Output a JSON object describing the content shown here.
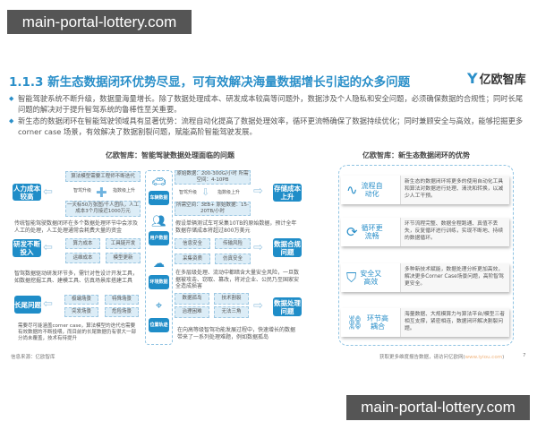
{
  "watermark": "main-portal-lottery.com",
  "title": "1.1.3 新生态数据闭环优势尽显，可有效解决海量数据增长引起的众多问题",
  "logo": {
    "mark": "Y",
    "text": "亿欧智库"
  },
  "bullets": [
    "智能驾驶系统不断升级，数据量海量增长。除了数据处理成本、研发成本较高等问题外，数据涉及个人隐私和安全问题，必须确保数据的合规性；同时长尾问题的解决对于提升智驾系统的鲁棒性至关重要。",
    "新生态的数据闭环在智能驾驶领域具有显著优势：流程自动化提高了数据处理效率，循环更流畅确保了数据持续优化；同时兼顾安全与高效，能够挖掘更多corner case 场景，有效解决了数据割裂问题，赋能高阶智能驾驶发展。"
  ],
  "left_panel": {
    "title": "亿欧智库：智能驾驶数据处理面临的问题",
    "labor": {
      "label": "人力成本较高",
      "box1": "算法模型需要工程师不断迭代",
      "up1": "智驾升级",
      "up2": "指数级上升",
      "box2": "一天标50万张图/千人团队，人工成本3个月接近1000万元",
      "text": "传统智能驾驶数据闭环在多个数据处理环节中会涉及人工的处理，人工处理通常会耗费大量的资金"
    },
    "rd": {
      "label": "研发不断投入",
      "items": [
        "算力成本",
        "工具链开发",
        "运维成本",
        "模型更新"
      ],
      "text": "智驾数据驱动研发环节多，需针对性设计开发工具，如数据挖掘工具、建模工具、仿真场景库搭建工具"
    },
    "longtail": {
      "label": "长尾问题",
      "items": [
        "极端场景",
        "特殊场景",
        "突发场景",
        "危险场景"
      ],
      "text": "需要尽可能涵盖corner case，算法模型的迭代也需要有效数据的不断投喂，而目前的长尾数据仍有很大一部分尚未覆盖，技术有待提升"
    },
    "middle": [
      {
        "icon": "car-icon",
        "label": "车辆数据"
      },
      {
        "icon": "users-icon",
        "label": "用户数据"
      },
      {
        "icon": "weather-icon",
        "label": "环境数据"
      },
      {
        "icon": "location-icon",
        "label": "位置轨迹"
      }
    ],
    "storage": {
      "label": "存储成本上升",
      "box1": "原始数据：200-300G/小时 所需空间：4-10PB",
      "up1": "智驾升级",
      "up2": "指数级上升",
      "box2": "所需空间：3EB+ 原始数据：15-20TB/小时",
      "text": "假设单辆测试车可采集10TB的原始数据，预计全年数据存储成本将超过800万美元"
    },
    "compliance": {
      "label": "数据合规问题",
      "items": [
        "信息安全",
        "传输风险",
        "采集资质",
        "仿真安全"
      ],
      "text": "在多层级处理、流动中都暗含大量安全风险，一旦数据被攻击、窃取、篡改，将对企业、公民乃至国家安全造成损害"
    },
    "processing": {
      "label": "数据处理问题",
      "items": [
        "数据孤岛",
        "技术割裂",
        "治理困难",
        "无法三角"
      ],
      "text": "在向高等级智驾功能发展过程中，快速增长的数据带来了一系列处理难题，例如数据孤岛"
    },
    "source": "信息来源：亿欧智库"
  },
  "right_panel": {
    "title": "亿欧智库：新生态数据闭环的优势",
    "cards": [
      {
        "icon": "chart-line-icon",
        "glyph": "∿",
        "label": "流程自动化",
        "text": "新生态的数据闭环将更多的使用自动化工具和算法对数据进行处理、清洗和转换，以减少人工干预。"
      },
      {
        "icon": "cycle-icon",
        "glyph": "⟳",
        "label": "循环更流畅",
        "text": "环节流程完整、数据全程跑通、真值不丢失，反复循环进行训练，实现不断地、持续的数据循环。"
      },
      {
        "icon": "shield-check-icon",
        "glyph": "⛉",
        "label": "安全又高效",
        "text": "多种新技术赋能，数据处理分析更加高效，解决更多Corner Case场景问题，高阶智驾更安全。"
      },
      {
        "icon": "link-icon",
        "glyph": "⛓",
        "label": "环节高耦合",
        "text": "海量数据、大规模算力与算法平台/模型三者相互支撑，紧密相连，数据闭环解决割裂问题。"
      }
    ]
  },
  "footer": {
    "text": "获取更多维度报告数据，请访问亿欧网(",
    "url": "www.iyiou.com",
    "close": ")",
    "page": "7"
  },
  "colors": {
    "accent": "#2a8fc9",
    "light": "#dcedf7"
  }
}
